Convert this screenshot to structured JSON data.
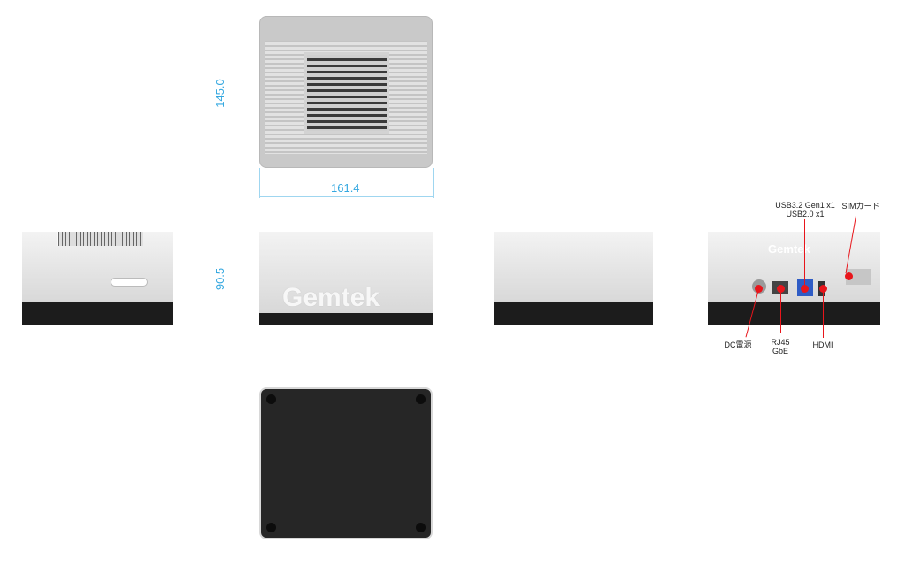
{
  "dimensions": {
    "depth": "145.0",
    "width": "161.4",
    "height": "90.5"
  },
  "brand": "Gemtek",
  "ports": {
    "usb": [
      "USB3.2 Gen1 x1",
      "USB2.0 x1"
    ],
    "sim": "SIMカード",
    "dc": "DC電源",
    "rj45": [
      "RJ45",
      "GbE"
    ],
    "hdmi": "HDMI"
  },
  "colors": {
    "dimension": "#35a8e0",
    "callout": "#e8151b"
  }
}
